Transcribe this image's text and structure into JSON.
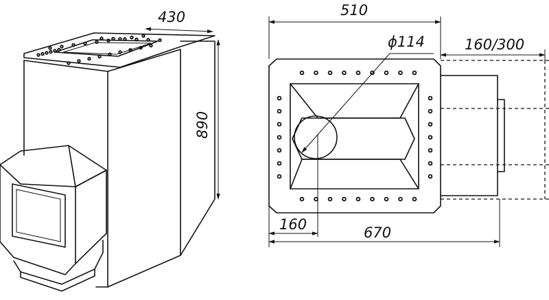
{
  "dimensions": {
    "iso_width": "430",
    "iso_height": "890",
    "plan_width": "510",
    "pipe_diameter": "ϕ114",
    "tank_depth": "160/300",
    "firebox_offset": "160",
    "overall_length": "670"
  }
}
